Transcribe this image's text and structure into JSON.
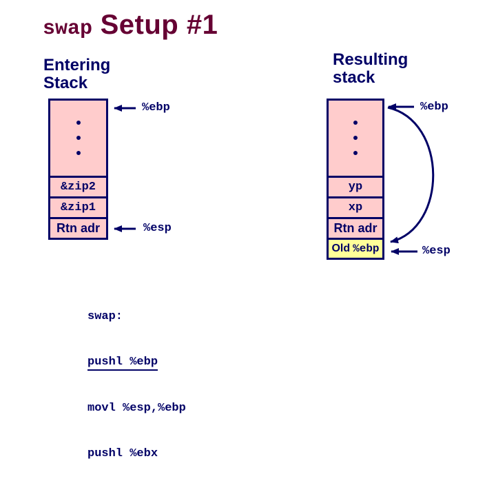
{
  "slide": {
    "title": {
      "mono": "swap",
      "sans": " Setup #1"
    }
  },
  "entering": {
    "heading_line1": "Entering",
    "heading_line2": "Stack",
    "cells": [
      "&zip2",
      "&zip1",
      "Rtn adr"
    ],
    "ebp": "%ebp",
    "esp": "%esp"
  },
  "resulting": {
    "heading_line1": "Resulting",
    "heading_line2": "stack",
    "cells": [
      "yp",
      "xp",
      "Rtn adr"
    ],
    "old_ebp_prefix": "Old",
    "old_ebp_register": "%ebp",
    "ebp": "%ebp",
    "esp": "%esp"
  },
  "code": {
    "line1": "swap:",
    "line2": "pushl %ebp",
    "line3": "movl %esp,%ebp",
    "line4": "pushl %ebx"
  },
  "colors": {
    "title": "#660033",
    "navy": "#000066",
    "cell_pink": "#FFCCCC",
    "old_ebp_yellow": "#FFFF99"
  }
}
